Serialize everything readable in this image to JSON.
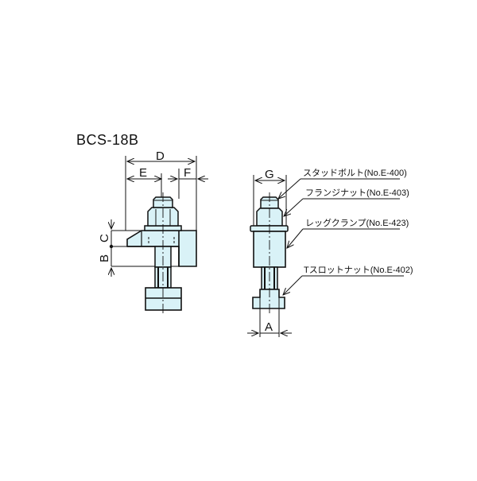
{
  "title": "BCS-18B",
  "colors": {
    "part_fill": "#d9f2f7",
    "line": "#111111",
    "background": "#ffffff"
  },
  "dimensions": {
    "A": "A",
    "B": "B",
    "C": "C",
    "D": "D",
    "E": "E",
    "F": "F",
    "G": "G"
  },
  "callouts": [
    {
      "label": "スタッドボルト(No.E-400)",
      "part": "stud-bolt"
    },
    {
      "label": "フランジナット(No.E-403)",
      "part": "flange-nut"
    },
    {
      "label": "レッグクランプ(No.E-423)",
      "part": "leg-clamp"
    },
    {
      "label": "Tスロットナット(No.E-402)",
      "part": "t-slot-nut"
    }
  ]
}
